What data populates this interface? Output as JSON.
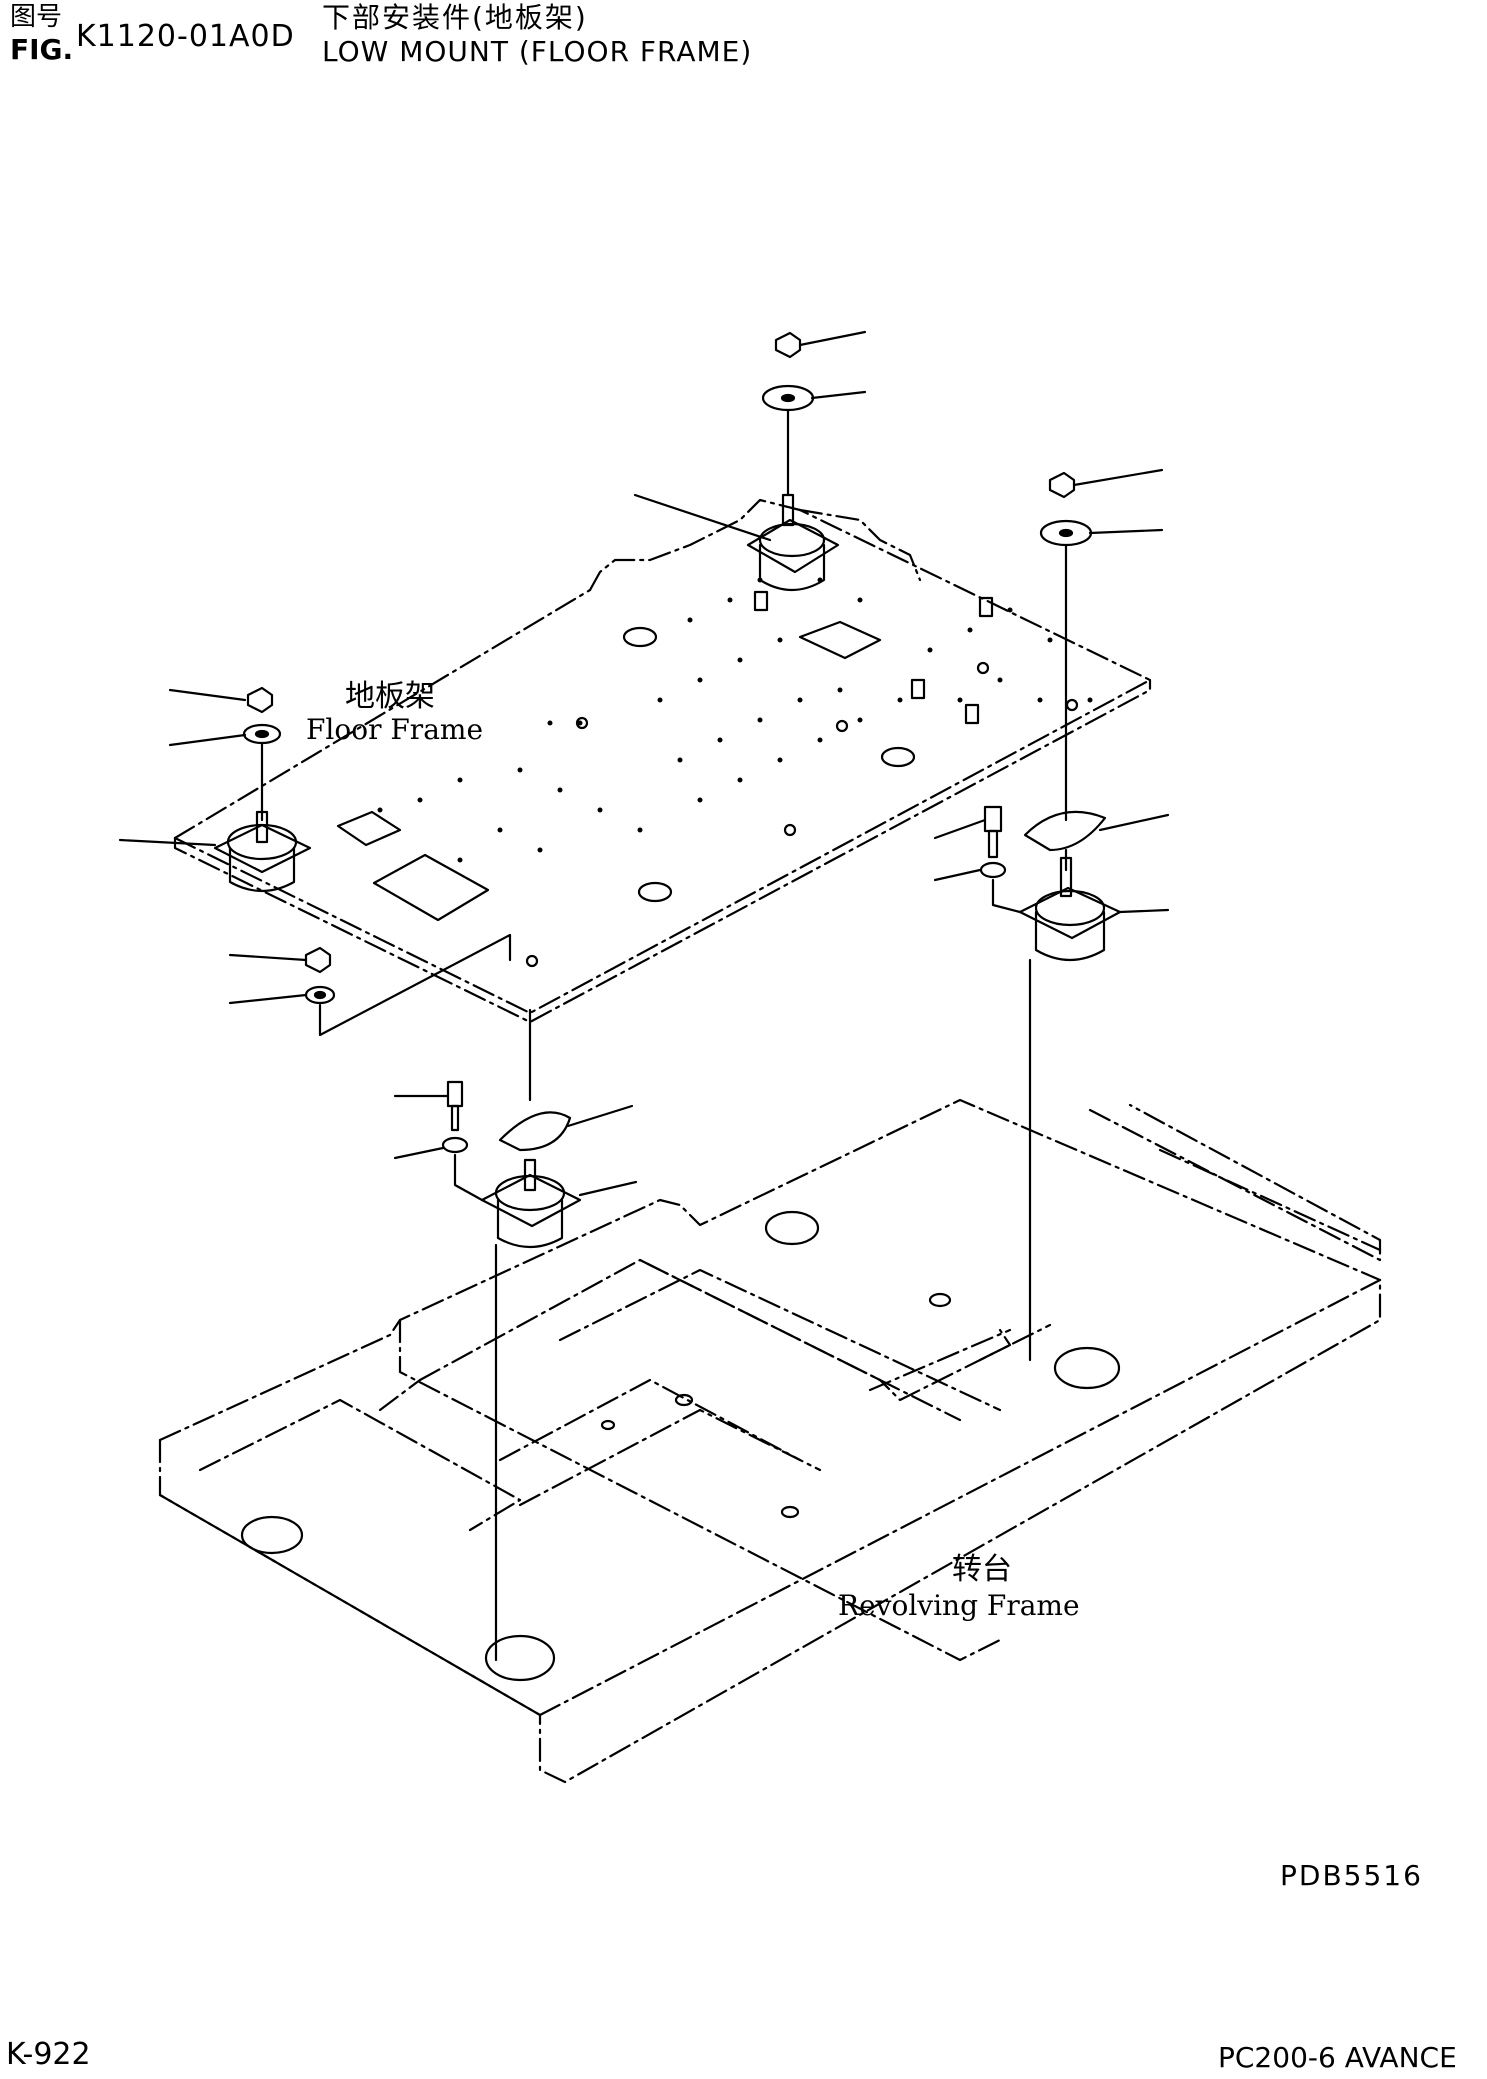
{
  "header": {
    "fig_label_cn": "图号",
    "fig_label_en": "FIG.",
    "fig_number": "K1120-01A0D",
    "title_cn": "下部安装件(地板架)",
    "title_en": "LOW MOUNT (FLOOR FRAME)"
  },
  "labels": {
    "floor_frame_cn": "地板架",
    "floor_frame_en": "Floor Frame",
    "revolving_frame_cn": "转台",
    "revolving_frame_en": "Revolving Frame"
  },
  "footer": {
    "drawing_code": "PDB5516",
    "page_number": "K-922",
    "model": "PC200-6 AVANCE"
  }
}
